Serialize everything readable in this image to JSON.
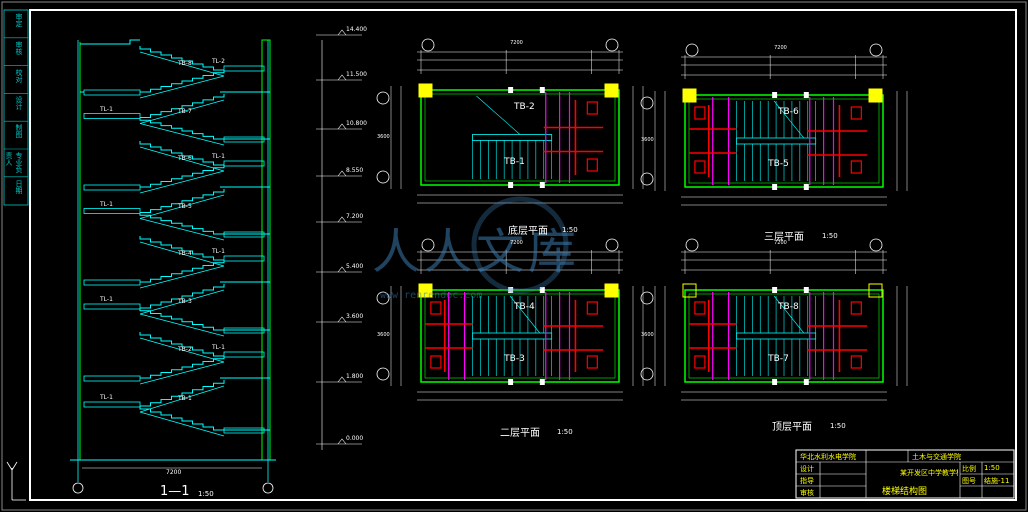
{
  "drawing": {
    "section_title": "1—1",
    "section_scale": "1:50",
    "plan_ground_title": "底层平面",
    "plan_ground_scale": "1:50",
    "plan_second_title": "二层平面",
    "plan_second_scale": "1:50",
    "plan_third_title": "三层平面",
    "plan_third_scale": "1:50",
    "plan_top_title": "顶层平面",
    "plan_top_scale": "1:50",
    "section_width": "7200",
    "plan_width": "7200",
    "plan_depth": "3600"
  },
  "stair_labels": {
    "ground": [
      "TB-2",
      "TB-1"
    ],
    "second": [
      "TB-4",
      "TB-3"
    ],
    "third": [
      "TB-6",
      "TB-5"
    ],
    "top": [
      "TB-8",
      "TB-7"
    ]
  },
  "section_labels": [
    "TL-2",
    "TB-8",
    "TL-1",
    "TB-7",
    "TL-1",
    "TB-6",
    "TL-1",
    "TB-5",
    "TL-1",
    "TB-4",
    "TL-1",
    "TB-3",
    "TL-1",
    "TB-2",
    "TL-1",
    "TB-1"
  ],
  "elevations": [
    "14.400",
    "11.500",
    "10.800",
    "8.550",
    "7.200",
    "5.400",
    "3.600",
    "1.800",
    "0.000"
  ],
  "title_block": {
    "school": "华北水利水电学院",
    "dept": "土木与交通学院",
    "project": "某开发区中学教学楼",
    "drawing_name": "楼梯结构图",
    "scale_label": "比例",
    "scale_value": "1:50",
    "sheet_label": "图号",
    "sheet_value": "结施-11",
    "row1": "设计",
    "row2": "指导",
    "row3": "审核"
  },
  "side_block": [
    "审定",
    "审核",
    "校对",
    "设计",
    "制图",
    "专业负责人",
    "日期"
  ],
  "watermark": {
    "text": "人人文库",
    "url": "www.renrendoc.com"
  },
  "colors": {
    "background": "#000000",
    "frame": "#ffffff",
    "green": "#00ff00",
    "cyan": "#00ffff",
    "red": "#ff0000",
    "magenta": "#ff00ff",
    "yellow": "#ffff00"
  }
}
